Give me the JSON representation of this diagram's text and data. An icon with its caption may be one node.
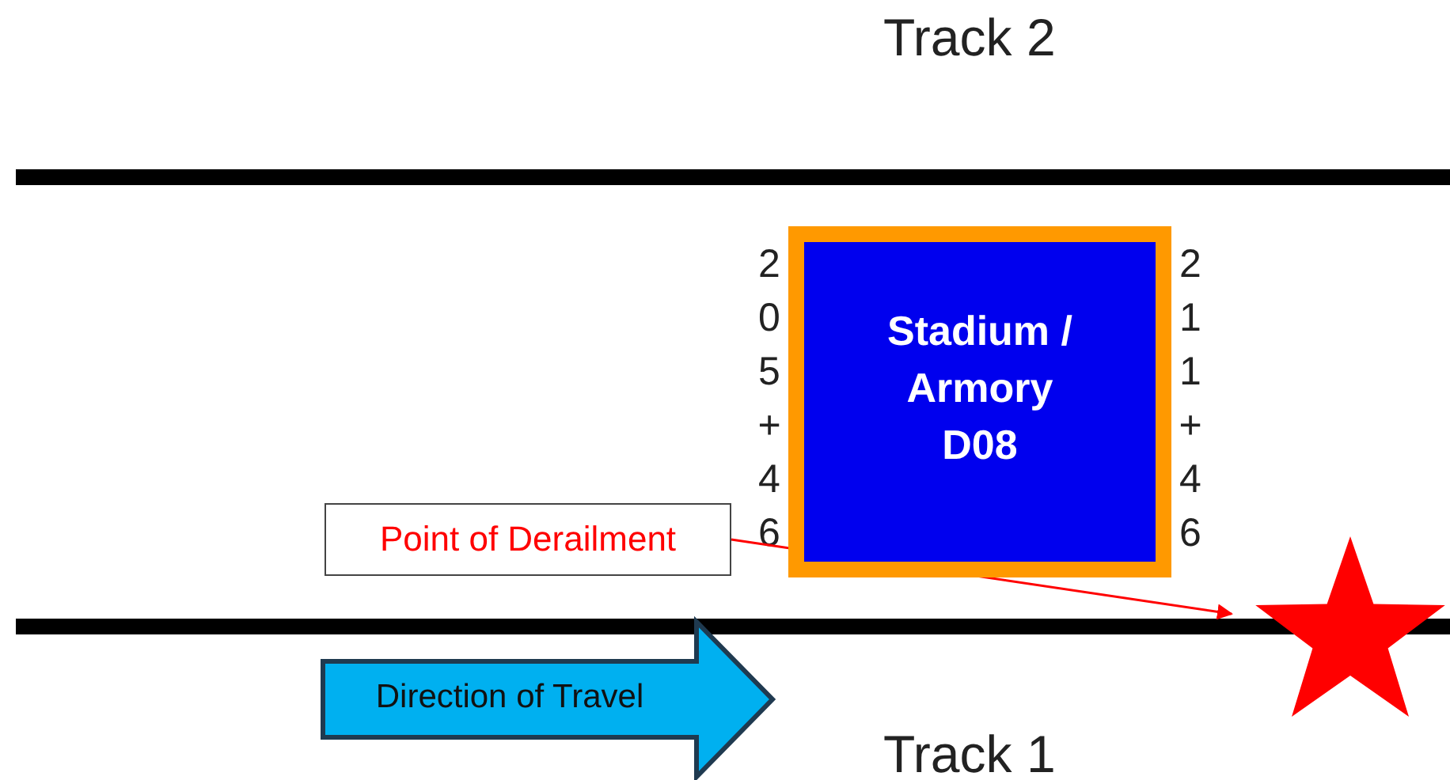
{
  "diagram": {
    "nodes": [
      {
        "text": [
          "Stadium / Armory D08"
        ],
        "beside": [
          "205+46",
          "211+46"
        ]
      },
      {
        "text": [
          "Point of Derailment"
        ]
      },
      {
        "text": [],
        "shape": "star"
      },
      {
        "text": [
          "Direction of Travel"
        ]
      }
    ],
    "edges": [
      {
        "from": 1,
        "to": 2,
        "arrow": "to",
        "color": "#ff0000"
      }
    ],
    "labels": [
      "Track 2",
      "Track 1"
    ]
  }
}
